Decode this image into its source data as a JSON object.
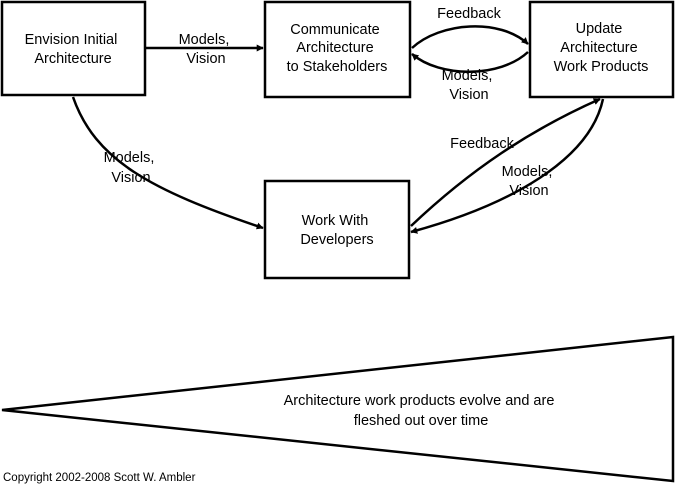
{
  "boxes": {
    "envision": {
      "lines": [
        "Envision Initial",
        "Architecture"
      ]
    },
    "communicate": {
      "lines": [
        "Communicate",
        "Architecture",
        "to Stakeholders"
      ]
    },
    "update": {
      "lines": [
        "Update",
        "Architecture",
        "Work Products"
      ]
    },
    "developers": {
      "lines": [
        "Work With",
        "Developers"
      ]
    }
  },
  "edges": {
    "envision_to_communicate": {
      "lines": [
        "Models,",
        "Vision"
      ]
    },
    "envision_to_developers": {
      "lines": [
        "Models,",
        "Vision"
      ]
    },
    "communicate_to_update": {
      "lines": [
        "Feedback"
      ]
    },
    "update_to_communicate": {
      "lines": [
        "Models,",
        "Vision"
      ]
    },
    "developers_to_update": {
      "lines": [
        "Feedback"
      ]
    },
    "update_to_developers": {
      "lines": [
        "Models,",
        "Vision"
      ]
    }
  },
  "banner": {
    "lines": [
      "Architecture work products evolve and are",
      "fleshed out over time"
    ]
  },
  "copyright": "Copyright 2002-2008 Scott W. Ambler"
}
